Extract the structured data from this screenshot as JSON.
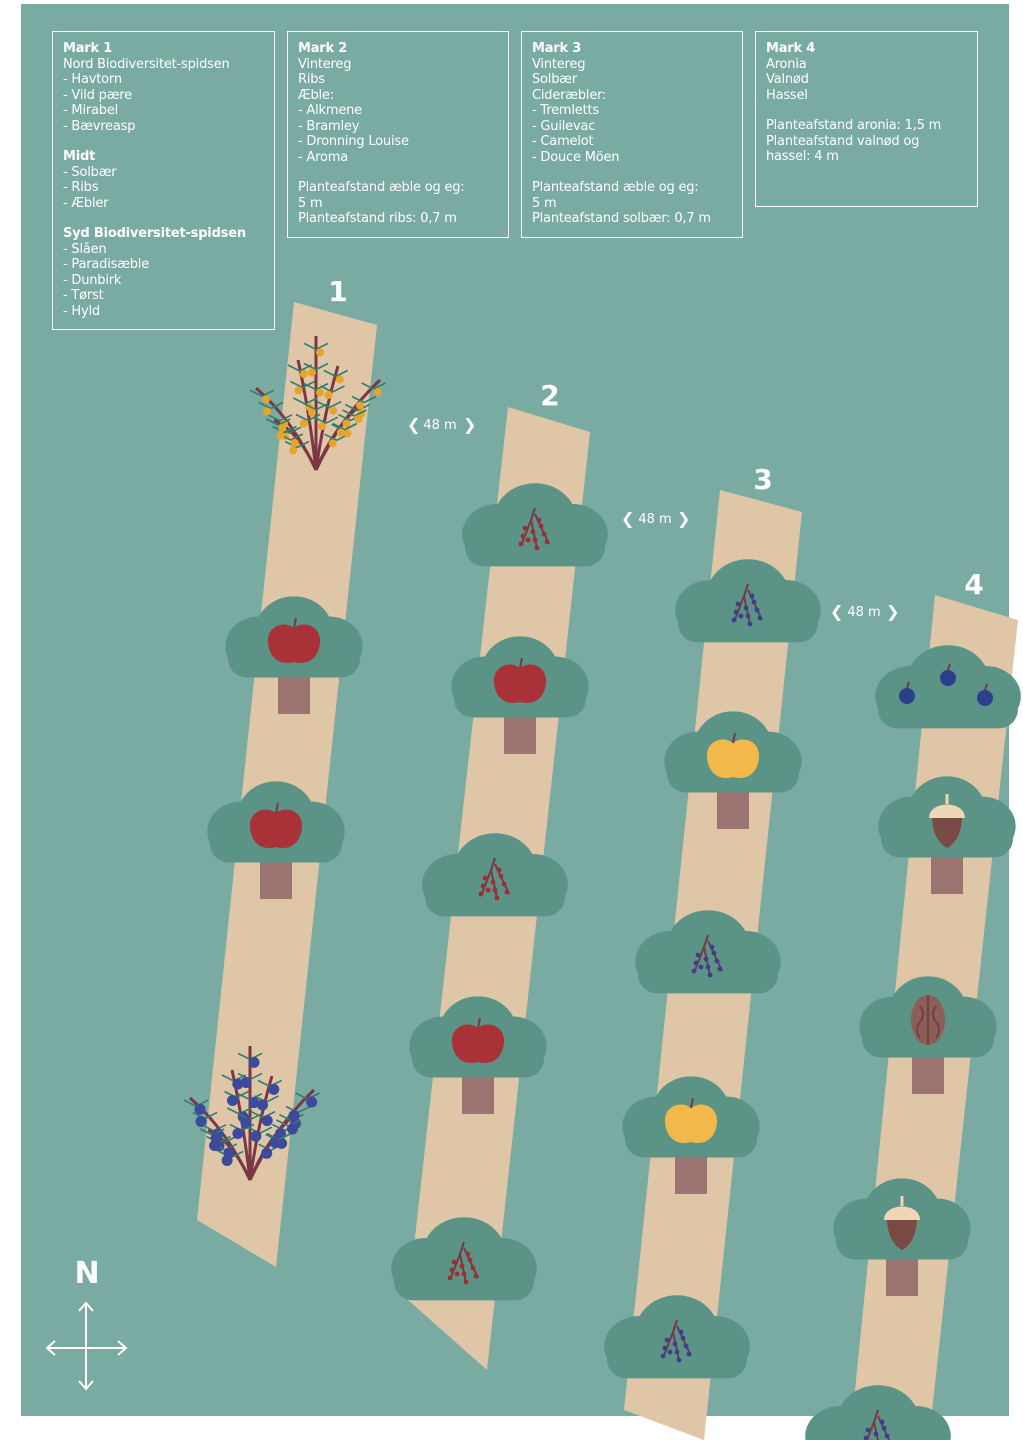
{
  "colors": {
    "background": "#7aaba2",
    "field_strip": "#dfc6a7",
    "tree_canopy": "#5b9387",
    "trunk": "#9b7370",
    "red_apple": "#a83237",
    "yellow_apple": "#f2b94a",
    "red_currant": "#a12c32",
    "black_currant": "#3d3f8c",
    "aronia_berry": "#2c3f8a",
    "sea_buckthorn_berry": "#e4a52a",
    "acorn_cap": "#efd6b5",
    "acorn_body": "#7a4a44",
    "walnut": "#8c5e57",
    "branch": "#7a3744",
    "leaf": "#2f7f6e",
    "text": "#ffffff"
  },
  "legend": [
    {
      "lines": [
        "Mark 1",
        "Nord Biodiversitet-spidsen",
        "- Havtorn",
        "- Vild pære",
        "- Mirabel",
        "- Bævreasp",
        "",
        "Midt",
        "- Solbær",
        "- Ribs",
        "- Æbler",
        "",
        "Syd Biodiversitet-spidsen",
        "- Slåen",
        "- Paradisæble",
        "- Dunbirk",
        "- Tørst",
        "- Hyld"
      ]
    },
    {
      "lines": [
        "Mark 2",
        "Vintereg",
        "Ribs",
        "Æble:",
        "- Alkmene",
        "- Bramley",
        "- Dronning Louise",
        "- Aroma",
        "",
        "Planteafstand æble og eg:",
        "5 m",
        "Planteafstand ribs: 0,7 m"
      ]
    },
    {
      "lines": [
        "Mark 3",
        "Vintereg",
        "Solbær",
        "Cideræbler:",
        "- Tremletts",
        "- Guilevac",
        "- Camelot",
        "- Douce Möen",
        "",
        "Planteafstand æble og eg:",
        "5 m",
        "Planteafstand solbær: 0,7 m"
      ]
    },
    {
      "lines": [
        "Mark 4",
        "Aronia",
        "Valnød",
        "Hassel",
        "",
        "Planteafstand aronia: 1,5 m",
        "Planteafstand valnød og",
        "hassel: 4 m"
      ]
    }
  ],
  "field_numbers": [
    "1",
    "2",
    "3",
    "4"
  ],
  "distance_labels": [
    "48 m",
    "48 m",
    "48 m"
  ],
  "compass_label": "N",
  "field_plants": [
    [
      "sea-buckthorn-shrub",
      "red-apple-tree",
      "red-apple-tree",
      "sloe-shrub"
    ],
    [
      "red-currant-bush",
      "red-apple-tree",
      "red-currant-bush",
      "red-apple-tree",
      "red-currant-bush"
    ],
    [
      "black-currant-bush",
      "yellow-apple-tree",
      "black-currant-bush",
      "yellow-apple-tree",
      "black-currant-bush"
    ],
    [
      "aronia-bush",
      "acorn-tree",
      "walnut-tree",
      "acorn-tree",
      "black-currant-bush"
    ]
  ]
}
